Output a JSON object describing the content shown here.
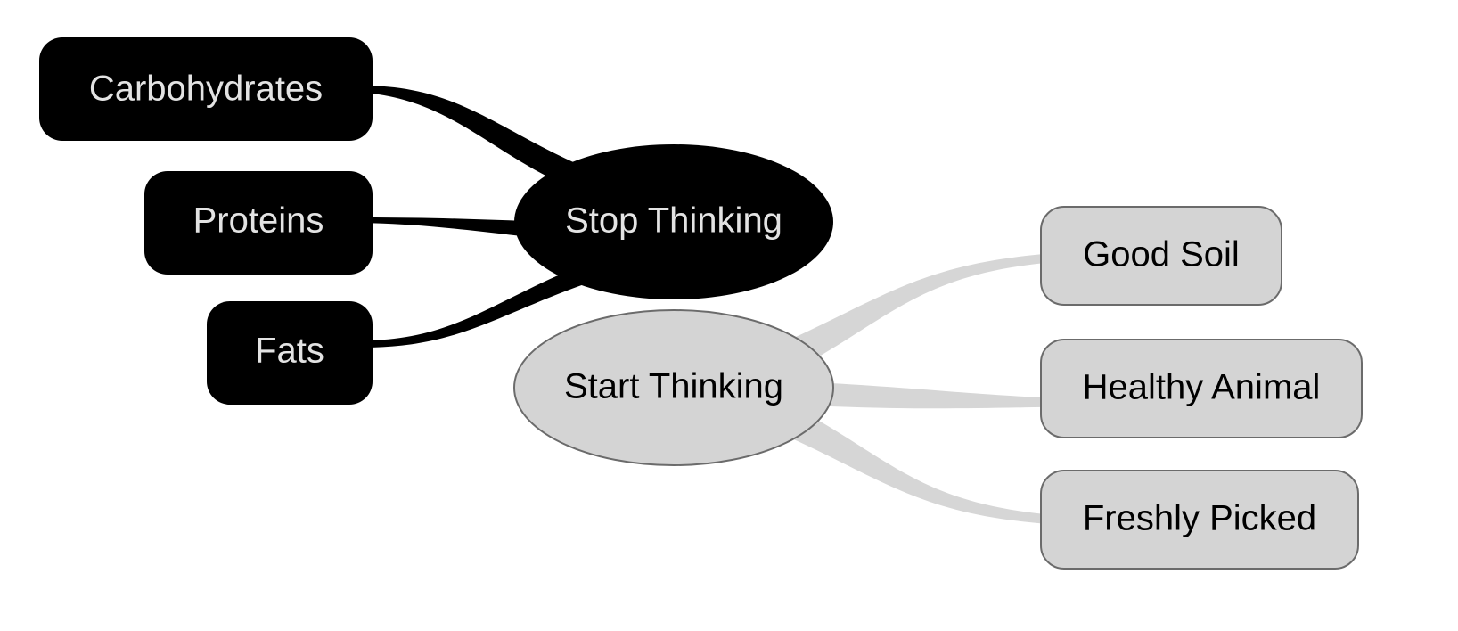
{
  "diagram": {
    "type": "mindmap",
    "title": "",
    "background_color": "#ffffff",
    "palette": {
      "dark_fill": "#000000",
      "dark_text": "#e3e3e3",
      "dark_edge": "#000000",
      "light_fill": "#d4d4d4",
      "light_stroke": "#6b6b6b",
      "light_text": "#000000",
      "light_edge": "#d6d6d6"
    },
    "branches": [
      {
        "id": "stop-thinking",
        "label": "Stop Thinking",
        "style": "dark",
        "shape": "ellipse",
        "side": "left",
        "children": [
          {
            "id": "carbohydrates",
            "label": "Carbohydrates",
            "style": "dark",
            "shape": "rounded-rect"
          },
          {
            "id": "proteins",
            "label": "Proteins",
            "style": "dark",
            "shape": "rounded-rect"
          },
          {
            "id": "fats",
            "label": "Fats",
            "style": "dark",
            "shape": "rounded-rect"
          }
        ]
      },
      {
        "id": "start-thinking",
        "label": "Start Thinking",
        "style": "light",
        "shape": "ellipse",
        "side": "right",
        "children": [
          {
            "id": "good-soil",
            "label": "Good Soil",
            "style": "light",
            "shape": "rounded-rect"
          },
          {
            "id": "healthy-animal",
            "label": "Healthy Animal",
            "style": "light",
            "shape": "rounded-rect"
          },
          {
            "id": "freshly-picked",
            "label": "Freshly Picked",
            "style": "light",
            "shape": "rounded-rect"
          }
        ]
      }
    ]
  }
}
